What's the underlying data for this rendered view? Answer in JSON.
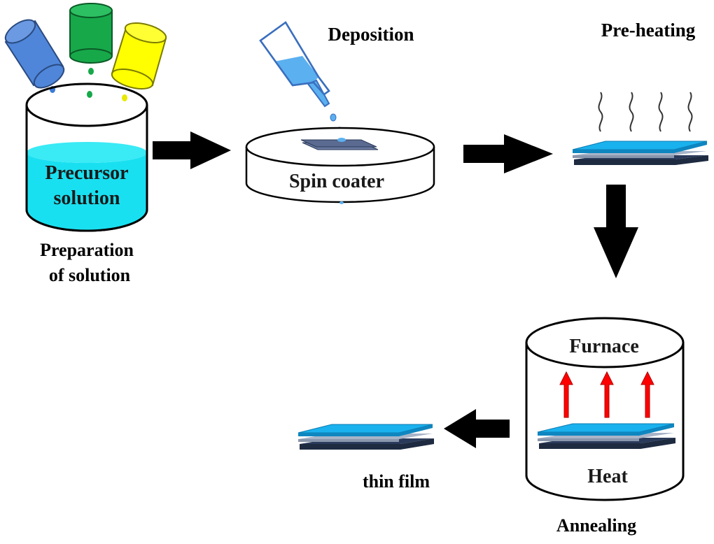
{
  "steps": {
    "preparation": {
      "container_label_line1": "Precursor",
      "container_label_line2": "solution",
      "caption_line1": "Preparation",
      "caption_line2": "of solution"
    },
    "deposition": {
      "title": "Deposition",
      "device_label": "Spin coater"
    },
    "preheating": {
      "title": "Pre-heating"
    },
    "annealing": {
      "top_label": "Furnace",
      "bottom_label": "Heat",
      "caption": "Annealing"
    },
    "result": {
      "caption": "thin film"
    }
  },
  "colors": {
    "solution": "#19e0f0",
    "film_top": "#1ab2ee",
    "substrate": "#3a4a6a",
    "blue_vial": "#4f86d9",
    "green_vial": "#17a84a",
    "yellow_vial": "#ffff00",
    "heat_arrow": "#ff0000",
    "flow_arrow": "#000000"
  },
  "icons": [
    "vial-blue-icon",
    "vial-green-icon",
    "vial-yellow-icon",
    "pipette-icon",
    "steam-icon",
    "heat-arrow-icon"
  ]
}
